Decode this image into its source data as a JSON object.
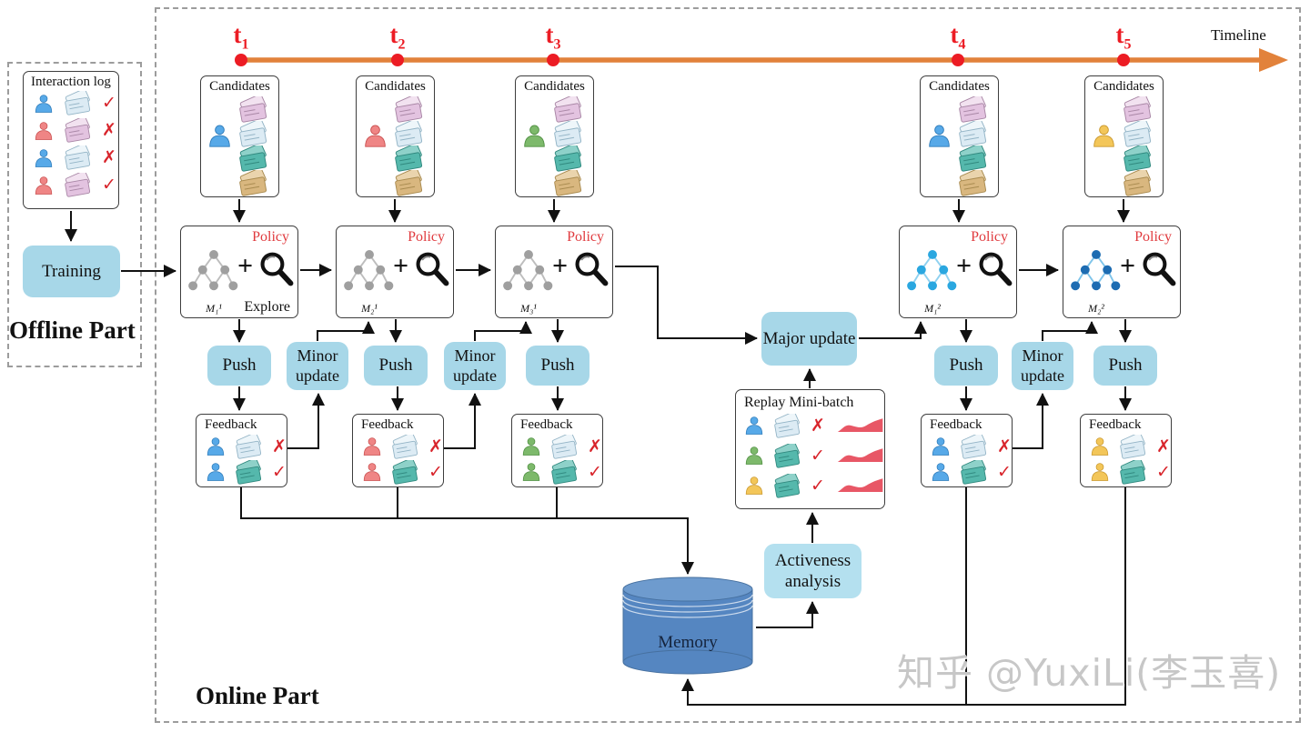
{
  "labels": {
    "timeline": "Timeline",
    "candidates": "Candidates",
    "policy": "Policy",
    "explore": "Explore",
    "push": "Push",
    "feedback": "Feedback",
    "minor_update": "Minor update",
    "major_update": "Major update",
    "replay": "Replay Mini-batch",
    "activeness": "Activeness analysis",
    "memory": "Memory",
    "training": "Training",
    "interaction_log": "Interaction log",
    "offline_part": "Offline Part",
    "online_part": "Online Part",
    "plus": "+"
  },
  "glyphs": {
    "check": "✓",
    "cross": "✗"
  },
  "watermark": "知乎 @YuxiLi(李玉喜)",
  "timeline": {
    "ticks": [
      {
        "base": "t",
        "sub": "1"
      },
      {
        "base": "t",
        "sub": "2"
      },
      {
        "base": "t",
        "sub": "3"
      },
      {
        "base": "t",
        "sub": "4"
      },
      {
        "base": "t",
        "sub": "5"
      }
    ]
  },
  "columns": [
    {
      "time": "t1",
      "user": "blue",
      "m_label": "M₁¹",
      "tree": "gray",
      "explore": true
    },
    {
      "time": "t2",
      "user": "red",
      "m_label": "M₂¹",
      "tree": "gray",
      "explore": false
    },
    {
      "time": "t3",
      "user": "green",
      "m_label": "M₃¹",
      "tree": "gray",
      "explore": false
    },
    {
      "time": "t4",
      "user": "blue",
      "m_label": "M₁²",
      "tree": "lightblue",
      "explore": false
    },
    {
      "time": "t5",
      "user": "yellow",
      "m_label": "M₂²",
      "tree": "blue",
      "explore": false
    }
  ],
  "candidate_cards": [
    "pink",
    "lightblue",
    "teal",
    "tan"
  ],
  "interaction_rows": [
    {
      "user": "blue",
      "card": "lightblue",
      "mark": "check"
    },
    {
      "user": "red",
      "card": "pink",
      "mark": "cross"
    },
    {
      "user": "blue",
      "card": "lightblue",
      "mark": "cross"
    },
    {
      "user": "red",
      "card": "pink",
      "mark": "check"
    }
  ],
  "feedback_rows": [
    {
      "card": "lightblue",
      "mark": "cross"
    },
    {
      "card": "teal",
      "mark": "check"
    }
  ],
  "replay_rows": [
    {
      "user": "blue",
      "card": "lightblue",
      "mark": "cross"
    },
    {
      "user": "green",
      "card": "teal",
      "mark": "check"
    },
    {
      "user": "yellow",
      "card": "teal",
      "mark": "check"
    }
  ],
  "colors": {
    "accent_box": "#a7d7e8",
    "activeness_box": "#b4e0ef",
    "timeline": "#e2823b",
    "t_red": "#ec1c24",
    "policy_red": "#e03a3e",
    "mark_red": "#d8242b",
    "memory_body": "#5586c1",
    "memory_top": "#6e9bce",
    "memory_stroke": "#46709f",
    "memory_text": "#15243d",
    "wave_red": "#e85766",
    "users": {
      "blue": {
        "fill": "#57a9e8",
        "stroke": "#2f7cba"
      },
      "red": {
        "fill": "#ef8585",
        "stroke": "#c94f4f"
      },
      "green": {
        "fill": "#7db96b",
        "stroke": "#4f8f41"
      },
      "yellow": {
        "fill": "#f3c659",
        "stroke": "#c9982e"
      }
    },
    "cards": {
      "pink": {
        "main": "#e3c3e0",
        "tint": "#f2e2f0",
        "stroke": "#a987a6"
      },
      "lightblue": {
        "main": "#dcebf4",
        "tint": "#eef6fa",
        "stroke": "#93b4c6"
      },
      "teal": {
        "main": "#55b8ac",
        "tint": "#8ed1c9",
        "stroke": "#31897f"
      },
      "tan": {
        "main": "#d9b77f",
        "tint": "#ead4ad",
        "stroke": "#a98b50"
      }
    },
    "trees": {
      "gray": {
        "node": "#9f9f9f",
        "edge": "#bdbdbd"
      },
      "lightblue": {
        "node": "#2aa7e0",
        "edge": "#8fd1f0"
      },
      "blue": {
        "node": "#1d6cb2",
        "edge": "#7ec4ea"
      }
    }
  }
}
